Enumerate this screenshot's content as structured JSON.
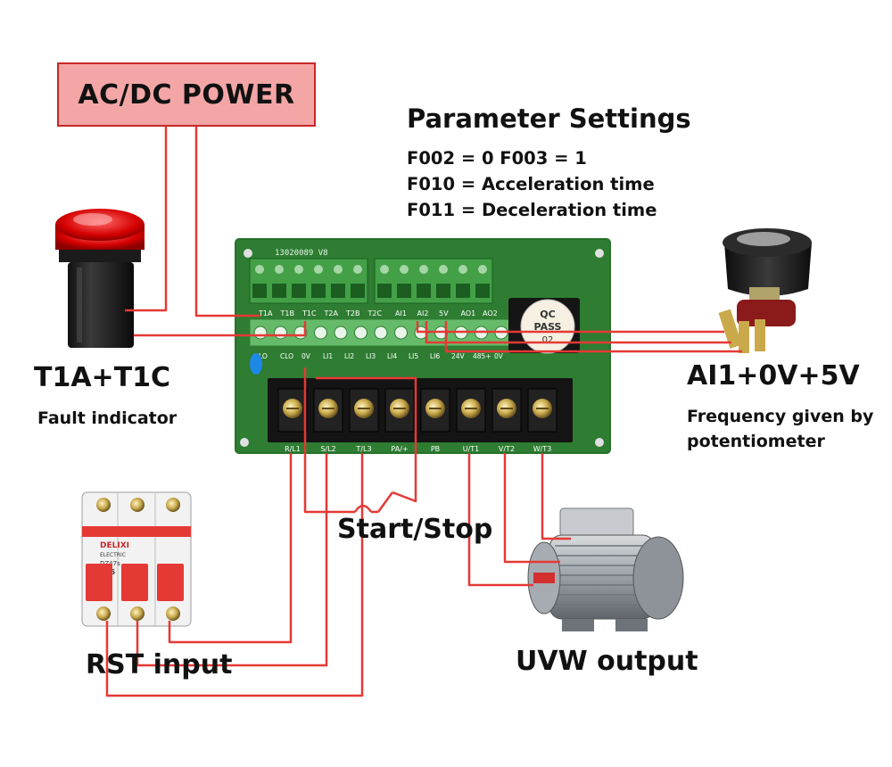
{
  "power_label": "AC/DC POWER",
  "params": {
    "title": "Parameter Settings",
    "lines": [
      "F002 = 0   F003 = 1",
      "F010 = Acceleration time",
      "F011 = Deceleration time"
    ]
  },
  "fault": {
    "title": "T1A+T1C",
    "caption": "Fault indicator"
  },
  "pot": {
    "title": "AI1+0V+5V",
    "caption_1": "Frequency given by",
    "caption_2": "potentiometer"
  },
  "switch_label": "Start/Stop",
  "rst_label": "RST input",
  "uvw_label": "UVW output",
  "board": {
    "serial": "13020089 V8",
    "upper_labels": [
      "T1A",
      "T1B",
      "T1C",
      "T2A",
      "T2B",
      "T2C",
      "AI1",
      "AI2",
      "5V",
      "AO1",
      "AO2"
    ],
    "lower_labels": [
      "LO",
      "CLO",
      "0V",
      "LI1",
      "LI2",
      "LI3",
      "LI4",
      "LI5",
      "LI6",
      "24V",
      "485+",
      "0V"
    ],
    "power_labels": [
      "R/L1",
      "S/L2",
      "T/L3",
      "PA/+",
      "PB",
      "U/T1",
      "V/T2",
      "W/T3"
    ],
    "qc_text": [
      "QC",
      "PASS",
      "02"
    ]
  },
  "breaker": {
    "brand": "DELIXI",
    "sub": "ELECTRIC",
    "model": "DZ47s",
    "rating": "C16"
  },
  "colors": {
    "wire": "#e53935",
    "pcb": "#2e7d32",
    "terminal_green": "#4caf50",
    "power_box": "#f4a6a6"
  }
}
